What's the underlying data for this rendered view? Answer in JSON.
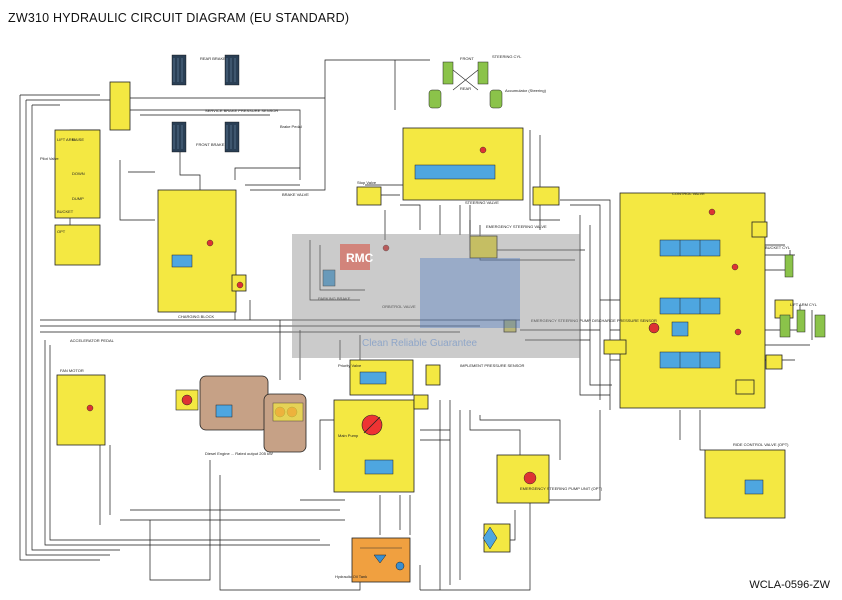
{
  "title": "ZW310 HYDRAULIC CIRCUIT DIAGRAM (EU STANDARD)",
  "drawing_code": "WCLA-0596-ZW",
  "watermark": {
    "brand": "RMC",
    "slogan": "Clean Reliable Guarantee"
  },
  "labels": {
    "rear_brake": "REAR BRAKE",
    "front_brake": "FRONT BRAKE",
    "service_brake_pressure_sensor": "SERVICE BRAKE PRESSURE SENSOR",
    "brake_pedal": "Brake Pedal",
    "brake_valve": "BRAKE VALVE",
    "front": "FRONT",
    "rear": "REAR",
    "steering_cyl": "STEERING CYL",
    "accumulator": "Accumulator (Steering)",
    "steering_valve": "STEERING VALVE",
    "stop_valve": "Stop Valve",
    "charging_block": "CHARGING BLOCK",
    "parking_brake": "PARKING BRAKE",
    "orbitrol": "ORBITROL VALVE",
    "emergency_steering_valve": "EMERGENCY STEERING VALVE",
    "emergency_steering_pressure_sensor": "EMERGENCY STEERING PUMP DISCHARGE PRESSURE SENSOR",
    "implement_pressure_sensor": "IMPLEMENT PRESSURE SENSOR",
    "accelerator_pedal": "ACCELERATOR PEDAL",
    "fan_motor": "FAN MOTOR",
    "priority_valve": "Priority Valve",
    "main_pump": "Main Pump",
    "hydraulic_oil_tank": "Hydraulic Oil Tank",
    "engine_note": "Diesel Engine ... Rated output 205 kW",
    "emergency_steering_pump_unit": "EMERGENCY STEERING PUMP UNIT (OPT)",
    "control_valve": "CONTROL VALVE",
    "bucket_cyl": "BUCKET CYL",
    "lift_arm_cyl": "LIFT ARM CYL",
    "ride_control_valve": "RIDE CONTROL VALVE (OPT)",
    "lift_arm": "LIFT ARM",
    "bucket": "BUCKET",
    "raise": "RAISE",
    "down": "DOWN",
    "dump": "DUMP",
    "pilot_valve": "Pilot Valve",
    "opt": "OPT"
  }
}
